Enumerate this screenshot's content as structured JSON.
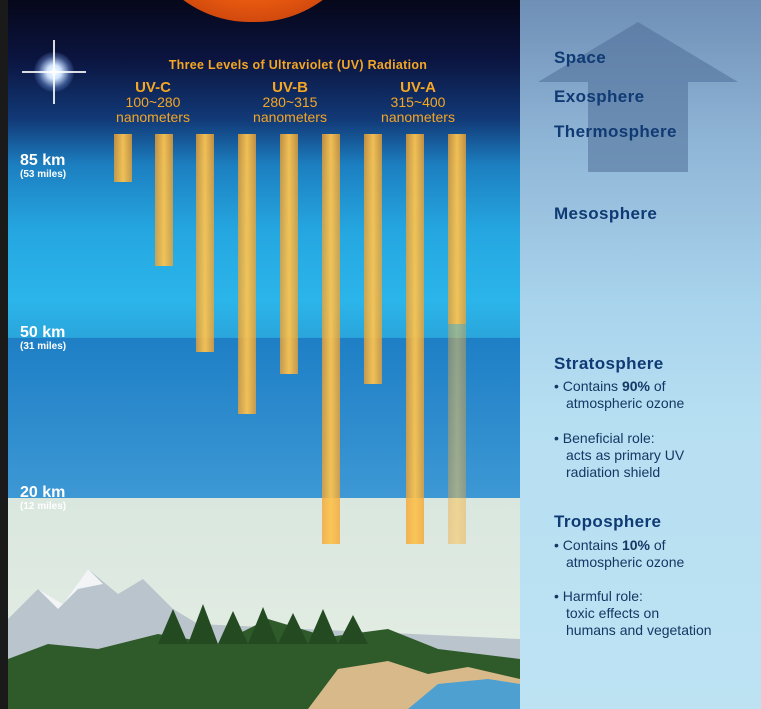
{
  "uv": {
    "title": "Three Levels of Ultraviolet (UV) Radiation",
    "groups": [
      {
        "name": "UV-C",
        "range": "100~280",
        "unit": "nanometers"
      },
      {
        "name": "UV-B",
        "range": "280~315",
        "unit": "nanometers"
      },
      {
        "name": "UV-A",
        "range": "315~400",
        "unit": "nanometers"
      }
    ]
  },
  "altitudes": [
    {
      "km": "85 km",
      "miles": "(53 miles)"
    },
    {
      "km": "50 km",
      "miles": "(31 miles)"
    },
    {
      "km": "20 km",
      "miles": "(12 miles)"
    }
  ],
  "layers": {
    "space": "Space",
    "exosphere": "Exosphere",
    "thermosphere": "Thermosphere",
    "mesosphere": "Mesosphere",
    "stratosphere": {
      "name": "Stratosphere",
      "b1_pre": "• Contains ",
      "b1_bold": "90%",
      "b1_post": " of",
      "b1_line2": "atmospheric ozone",
      "b2_line1": "• Beneficial role:",
      "b2_line2": "acts as primary UV",
      "b2_line3": "radiation shield"
    },
    "troposphere": {
      "name": "Troposphere",
      "b1_pre": "• Contains ",
      "b1_bold": "10%",
      "b1_post": " of",
      "b1_line2": "atmospheric ozone",
      "b2_line1": "• Harmful role:",
      "b2_line2": "toxic effects on",
      "b2_line3": "humans and vegetation"
    }
  },
  "colors": {
    "uv_orange": "#f5a623",
    "layer_text": "#0f3a73"
  }
}
